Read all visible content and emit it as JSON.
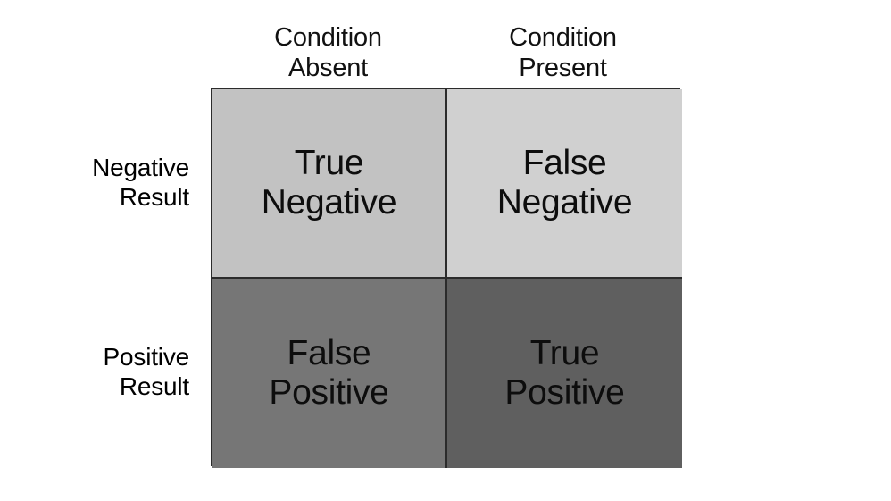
{
  "figure": {
    "name": "confusion-matrix",
    "title": "",
    "background_color": "#ffffff",
    "border_color": "#2b2b2b"
  },
  "columns": [
    {
      "id": "condition-absent",
      "label": "Condition\nAbsent"
    },
    {
      "id": "condition-present",
      "label": "Condition\nPresent"
    }
  ],
  "rows": [
    {
      "id": "negative-result",
      "label": "Negative\nResult"
    },
    {
      "id": "positive-result",
      "label": "Positive\nResult"
    }
  ],
  "cells": [
    {
      "id": "true-negative",
      "label": "True\nNegative",
      "row": "negative-result",
      "column": "condition-absent",
      "fill": "#c2c2c2"
    },
    {
      "id": "false-negative",
      "label": "False\nNegative",
      "row": "negative-result",
      "column": "condition-present",
      "fill": "#d0d0d0"
    },
    {
      "id": "false-positive",
      "label": "False\nPositive",
      "row": "positive-result",
      "column": "condition-absent",
      "fill": "#767676"
    },
    {
      "id": "true-positive",
      "label": "True\nPositive",
      "row": "positive-result",
      "column": "condition-present",
      "fill": "#5f5f5f"
    }
  ],
  "chart_data": {
    "type": "table",
    "title": "",
    "xlabel": "",
    "ylabel": "",
    "categories": [
      "Condition Absent",
      "Condition Present"
    ],
    "row_categories": [
      "Negative Result",
      "Positive Result"
    ],
    "matrix": [
      [
        "True Negative",
        "False Negative"
      ],
      [
        "False Positive",
        "True Positive"
      ]
    ],
    "cell_fills": [
      [
        "#c2c2c2",
        "#d0d0d0"
      ],
      [
        "#767676",
        "#5f5f5f"
      ]
    ],
    "grid": true,
    "legend": "none"
  }
}
